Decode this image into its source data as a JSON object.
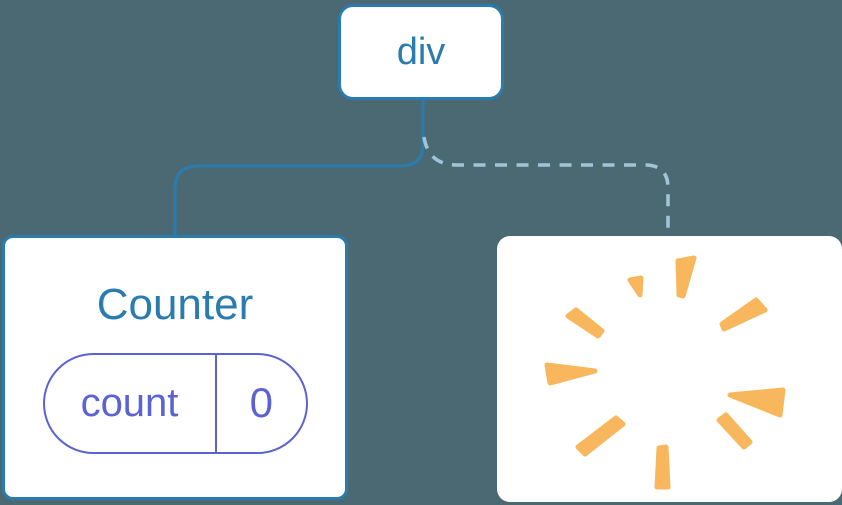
{
  "colors": {
    "bg": "#4a6973",
    "node-blue": "#2b7cae",
    "dash-blue": "#a3c3d7",
    "pill-purple": "#5b63d3",
    "poof-orange": "#f8b75c",
    "card-bg": "#ffffff"
  },
  "tree": {
    "root": {
      "label": "div"
    },
    "counter": {
      "title": "Counter",
      "state_key": "count",
      "state_value": "0"
    },
    "removed": {
      "icon": "poof-burst-icon"
    }
  }
}
